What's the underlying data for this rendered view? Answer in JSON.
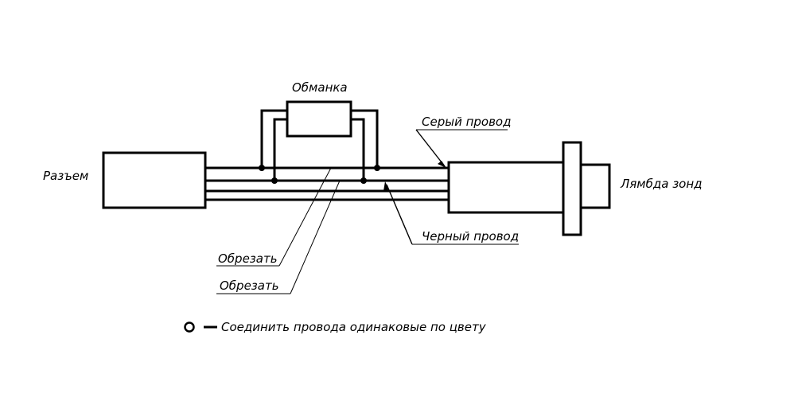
{
  "labels": {
    "connector": "Разъем",
    "decoy": "Обманка",
    "gray_wire": "Серый провод",
    "lambda_probe": "Лямбда зонд",
    "black_wire": "Черный провод",
    "cut_1": "Обрезать",
    "cut_2": "Обрезать",
    "legend": "Соединить провода одинаковые по цвету"
  },
  "colors": {
    "line": "#000000",
    "background": "#ffffff"
  }
}
